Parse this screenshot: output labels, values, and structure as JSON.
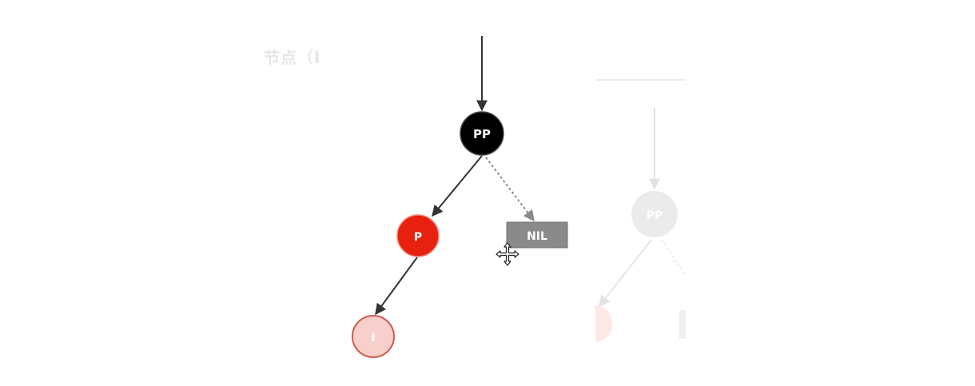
{
  "background_text": {
    "title": "节点（I"
  },
  "nodes": {
    "pp": {
      "label": "PP",
      "color": "#000000"
    },
    "p": {
      "label": "P",
      "color": "#e8200f"
    },
    "i": {
      "label": "I",
      "color": "#f7cfcb"
    },
    "nil": {
      "label": "NIL",
      "color": "#8a8a8a"
    }
  },
  "ghost_nodes": {
    "pp": {
      "label": "PP"
    }
  },
  "cursor": {
    "icon": "move-cursor-icon"
  }
}
